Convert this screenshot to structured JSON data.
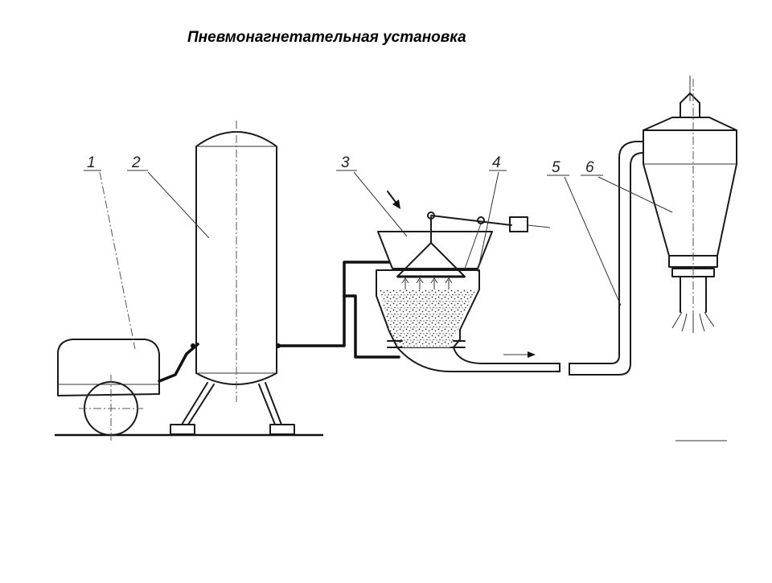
{
  "title": "Пневмонагнетательная установка",
  "labels": {
    "compressor": "1",
    "receiver": "2",
    "hopper": "3",
    "valve": "4",
    "pipeline": "5",
    "cyclone": "6"
  }
}
